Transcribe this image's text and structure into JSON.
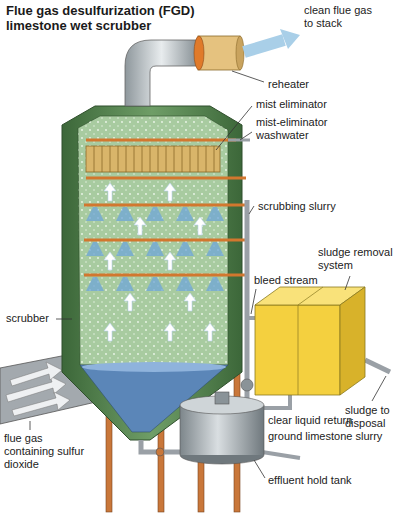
{
  "diagram": {
    "title": "Flue gas desulfurization (FGD) limestone wet scrubber",
    "labels": [
      "clean flue gas to stack",
      "reheater",
      "mist eliminator",
      "mist-eliminator washwater",
      "scrubbing slurry",
      "bleed stream",
      "sludge removal system",
      "scrubber",
      "sludge to disposal",
      "clear liquid return",
      "ground limestone slurry",
      "flue gas containing sulfur dioxide",
      "effluent hold tank"
    ]
  }
}
